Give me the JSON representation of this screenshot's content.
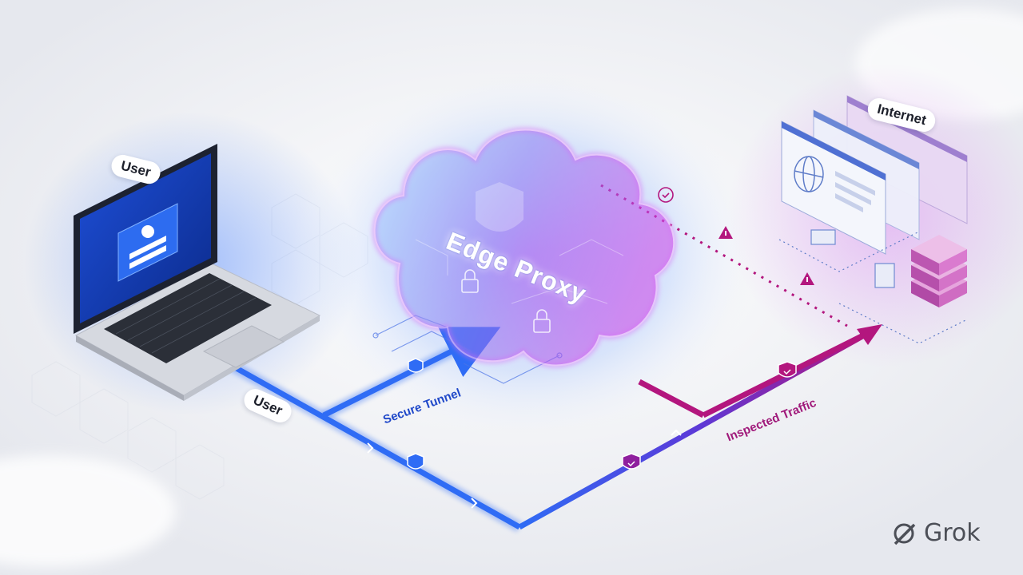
{
  "labels": {
    "user_top": "User",
    "user_path": "User",
    "internet": "Internet",
    "edge_proxy": "Edge Proxy",
    "secure_tunnel": "Secure Tunnel",
    "inspected_traffic": "Inspected Traffic"
  },
  "watermark": {
    "text": "Grok",
    "icon": "grok-logo-icon"
  },
  "icons": {
    "laptop": "laptop-icon",
    "login_form": "login-form-icon",
    "cloud": "cloud-icon",
    "shield": "shield-icon",
    "lock": "lock-icon",
    "browser_windows": "browser-window-icon",
    "globe": "globe-icon",
    "server": "server-stack-icon",
    "warning": "warning-icon",
    "check": "check-icon"
  },
  "colors": {
    "tunnel_blue": "#2f6cf5",
    "inspected_magenta": "#b3167e",
    "proxy_glow": "#d44bf0",
    "background": "#eef0f4"
  }
}
